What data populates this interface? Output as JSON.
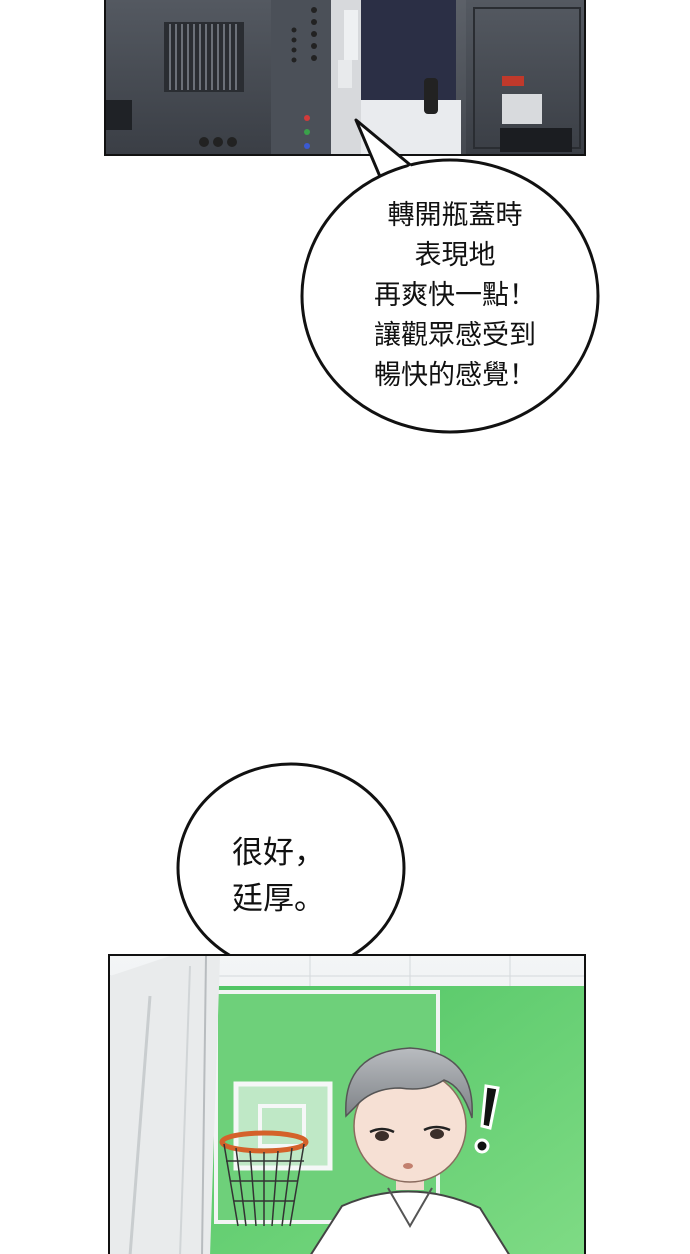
{
  "bubble_top": {
    "lines": [
      "轉開瓶蓋時",
      "表現地",
      "再爽快一點！",
      "讓觀眾感受到",
      "暢快的感覺！"
    ]
  },
  "bubble_bottom": {
    "lines": [
      "很好，",
      "廷厚。"
    ]
  },
  "colors": {
    "machine_gray": "#5b6068",
    "gym_green": "#58c96a",
    "bubble_fill": "#ffffff",
    "ink": "#111111"
  }
}
